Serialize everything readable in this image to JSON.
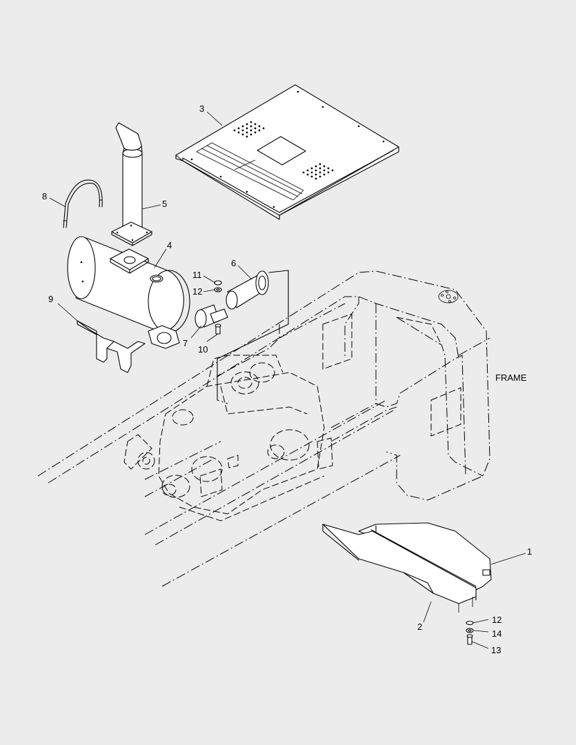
{
  "callouts": {
    "c1": "1",
    "c2": "2",
    "c3": "3",
    "c4": "4",
    "c5": "5",
    "c6": "6",
    "c7": "7",
    "c8": "8",
    "c9": "9",
    "c10": "10",
    "c11": "11",
    "c12a": "12",
    "c12b": "12",
    "c13": "13",
    "c14": "14"
  },
  "frame_label": "FRAME",
  "colors": {
    "background": "#ececec",
    "line": "#000000",
    "part_fill": "#ffffff"
  }
}
